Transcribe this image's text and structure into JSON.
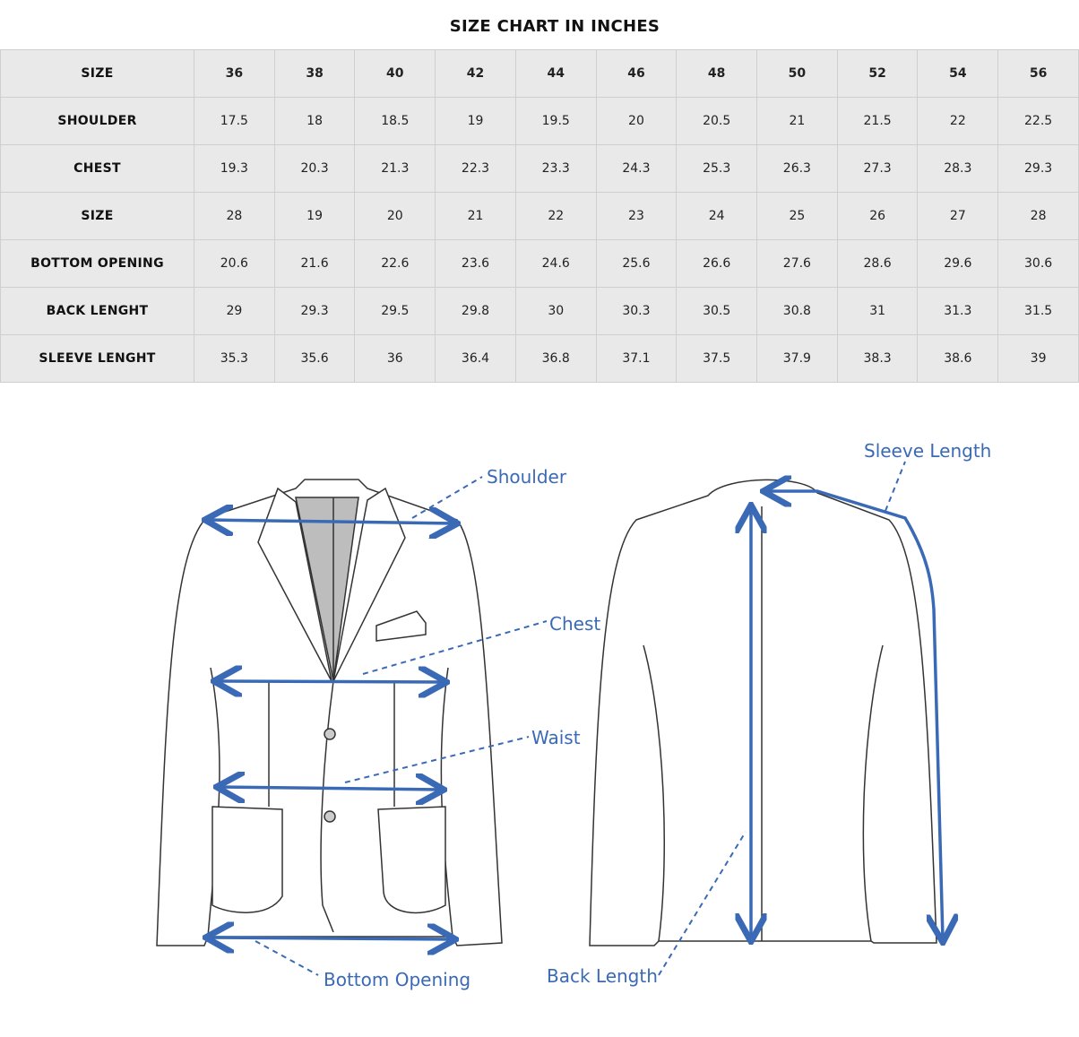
{
  "title": "SIZE CHART IN INCHES",
  "table": {
    "header": {
      "label": "SIZE",
      "values": [
        "36",
        "38",
        "40",
        "42",
        "44",
        "46",
        "48",
        "50",
        "52",
        "54",
        "56"
      ]
    },
    "rows": [
      {
        "label": "SHOULDER",
        "values": [
          "17.5",
          "18",
          "18.5",
          "19",
          "19.5",
          "20",
          "20.5",
          "21",
          "21.5",
          "22",
          "22.5"
        ]
      },
      {
        "label": "CHEST",
        "values": [
          "19.3",
          "20.3",
          "21.3",
          "22.3",
          "23.3",
          "24.3",
          "25.3",
          "26.3",
          "27.3",
          "28.3",
          "29.3"
        ]
      },
      {
        "label": "SIZE",
        "values": [
          "28",
          "19",
          "20",
          "21",
          "22",
          "23",
          "24",
          "25",
          "26",
          "27",
          "28"
        ]
      },
      {
        "label": "BOTTOM OPENING",
        "values": [
          "20.6",
          "21.6",
          "22.6",
          "23.6",
          "24.6",
          "25.6",
          "26.6",
          "27.6",
          "28.6",
          "29.6",
          "30.6"
        ]
      },
      {
        "label": "BACK LENGHT",
        "values": [
          "29",
          "29.3",
          "29.5",
          "29.8",
          "30",
          "30.3",
          "30.5",
          "30.8",
          "31",
          "31.3",
          "31.5"
        ]
      },
      {
        "label": "SLEEVE LENGHT",
        "values": [
          "35.3",
          "35.6",
          "36",
          "36.4",
          "36.8",
          "37.1",
          "37.5",
          "37.9",
          "38.3",
          "38.6",
          "39"
        ]
      }
    ]
  },
  "diagram": {
    "labels": {
      "shoulder": "Shoulder",
      "chest": "Chest",
      "waist": "Waist",
      "bottom_opening": "Bottom Opening",
      "back_length": "Back Length",
      "sleeve_length": "Sleeve Length"
    },
    "accent_color": "#3a6ab5"
  }
}
